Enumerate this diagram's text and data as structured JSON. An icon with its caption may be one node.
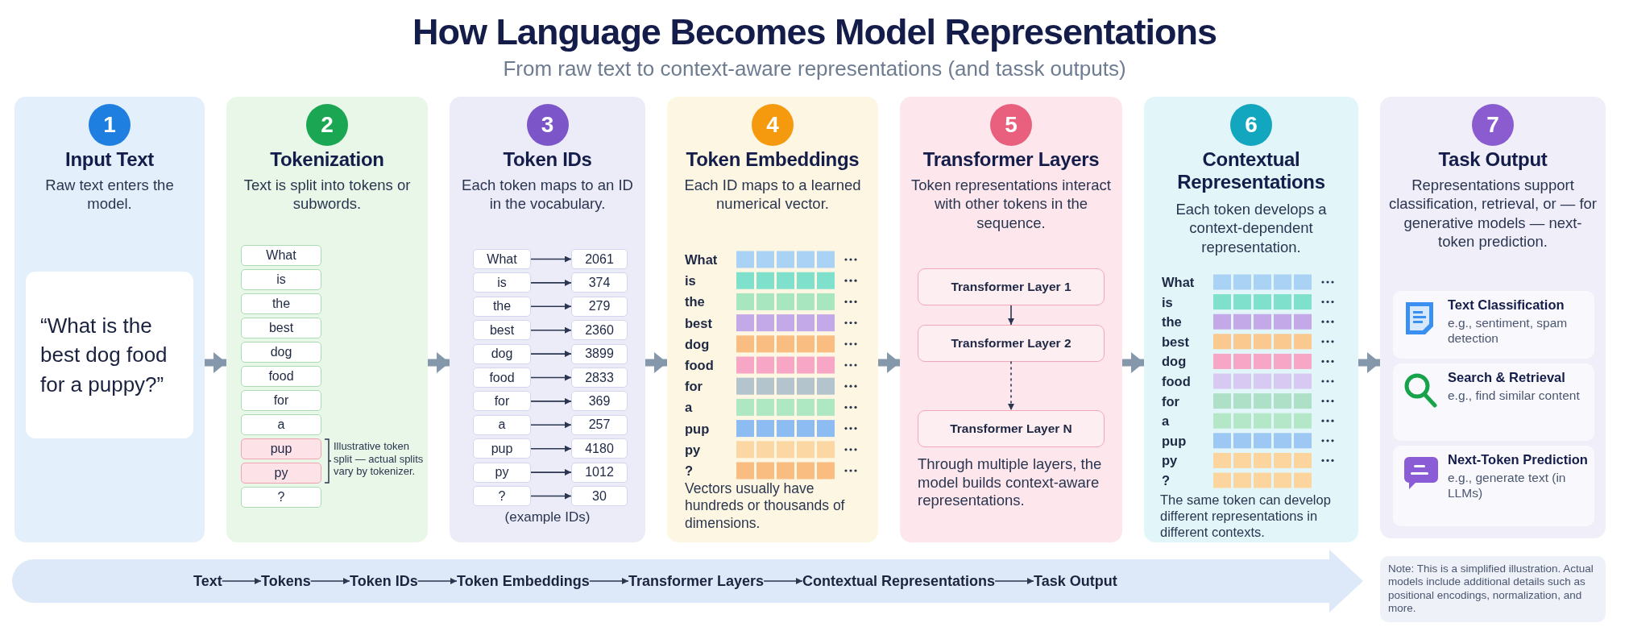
{
  "diagram": {
    "title": "How Language Becomes Model Representations",
    "nodes": [
      {
        "text": [
          "1",
          "Input Text",
          "Raw text enters the model."
        ]
      },
      {
        "text": [
          "“What is the best dog food for a puppy?”"
        ],
        "in": 0
      },
      {
        "text": [
          "2",
          "Tokenization",
          "Text is split into tokens or subwords."
        ]
      },
      {
        "text": [
          "What"
        ],
        "in": 2
      },
      {
        "text": [
          "is"
        ],
        "in": 2
      },
      {
        "text": [
          "the"
        ],
        "in": 2
      },
      {
        "text": [
          "best"
        ],
        "in": 2
      },
      {
        "text": [
          "dog"
        ],
        "in": 2
      },
      {
        "text": [
          "food"
        ],
        "in": 2
      },
      {
        "text": [
          "for"
        ],
        "in": 2
      },
      {
        "text": [
          "a"
        ],
        "in": 2
      },
      {
        "text": [
          "pup"
        ],
        "in": 2
      },
      {
        "text": [
          "py"
        ],
        "in": 2
      },
      {
        "text": [
          "?"
        ],
        "in": 2
      },
      {
        "text": [
          "3",
          "Token IDs",
          "Each token maps to an ID in the vocabulary.",
          "(example IDs)"
        ]
      },
      {
        "text": [
          "What"
        ],
        "in": 14
      },
      {
        "text": [
          "2061"
        ],
        "in": 14
      },
      {
        "text": [
          "is"
        ],
        "in": 14
      },
      {
        "text": [
          "374"
        ],
        "in": 14
      },
      {
        "text": [
          "the"
        ],
        "in": 14
      },
      {
        "text": [
          "279"
        ],
        "in": 14
      },
      {
        "text": [
          "best"
        ],
        "in": 14
      },
      {
        "text": [
          "2360"
        ],
        "in": 14
      },
      {
        "text": [
          "dog"
        ],
        "in": 14
      },
      {
        "text": [
          "3899"
        ],
        "in": 14
      },
      {
        "text": [
          "food"
        ],
        "in": 14
      },
      {
        "text": [
          "2833"
        ],
        "in": 14
      },
      {
        "text": [
          "for"
        ],
        "in": 14
      },
      {
        "text": [
          "369"
        ],
        "in": 14
      },
      {
        "text": [
          "a"
        ],
        "in": 14
      },
      {
        "text": [
          "257"
        ],
        "in": 14
      },
      {
        "text": [
          "pup"
        ],
        "in": 14
      },
      {
        "text": [
          "4180"
        ],
        "in": 14
      },
      {
        "text": [
          "py"
        ],
        "in": 14
      },
      {
        "text": [
          "1012"
        ],
        "in": 14
      },
      {
        "text": [
          "?"
        ],
        "in": 14
      },
      {
        "text": [
          "30"
        ],
        "in": 14
      },
      {
        "text": [
          "4",
          "Token Embeddings",
          "Each ID maps to a learned numerical vector.",
          "Vectors usually have hundreds or thousands of dimensions."
        ]
      },
      {
        "text": [
          "5",
          "Transformer Layers",
          "Token representations interact with other tokens in the sequence.",
          "Through multiple layers, the model builds context-aware representations."
        ]
      },
      {
        "text": [
          "Transformer Layer 1"
        ],
        "in": 38
      },
      {
        "text": [
          "Transformer Layer 2"
        ],
        "in": 38
      },
      {
        "text": [
          "Transformer Layer N"
        ],
        "in": 38
      },
      {
        "text": [
          "6",
          "Contextual Representations",
          "Each token develops a context-dependent representation.",
          "The same token can develop different representations in different contexts."
        ]
      },
      {
        "text": [
          "7",
          "Task Output",
          "Representations support classification, retrieval, or — for generative models — next-token prediction."
        ]
      },
      {
        "text": [
          "Text Classification",
          "e.g., sentiment, spam detection"
        ],
        "in": 43
      },
      {
        "text": [
          "Search & Retrieval",
          "e.g., find similar content"
        ],
        "in": 43
      },
      {
        "text": [
          "Next-Token Prediction",
          "e.g., generate text (in LLMs)"
        ],
        "in": 43
      },
      {
        "text": [
          "Note: This is a simplified illustration. Actual models include additional details such as positional encodings, normalization, and more."
        ]
      },
      {
        "text": [
          "Text"
        ]
      },
      {
        "text": [
          "Tokens"
        ]
      },
      {
        "text": [
          "Token IDs"
        ]
      },
      {
        "text": [
          "Token Embeddings"
        ]
      },
      {
        "text": [
          "Transformer Layers"
        ]
      },
      {
        "text": [
          "Contextual Representations"
        ]
      },
      {
        "text": [
          "Task Output"
        ]
      }
    ],
    "edges": [
      {
        "from": 0,
        "to": 2,
        "arrow": "to",
        "style": "thick",
        "color": "#8597ab"
      },
      {
        "from": 2,
        "to": 14,
        "arrow": "to",
        "style": "thick",
        "color": "#8597ab"
      },
      {
        "from": 14,
        "to": 37,
        "arrow": "to",
        "style": "thick",
        "color": "#8597ab"
      },
      {
        "from": 37,
        "to": 38,
        "arrow": "to",
        "style": "thick",
        "color": "#8597ab"
      },
      {
        "from": 38,
        "to": 42,
        "arrow": "to",
        "style": "thick",
        "color": "#8597ab"
      },
      {
        "from": 42,
        "to": 43,
        "arrow": "to",
        "style": "thick",
        "color": "#8597ab"
      },
      {
        "from": 15,
        "to": 16,
        "arrow": "to"
      },
      {
        "from": 17,
        "to": 18,
        "arrow": "to"
      },
      {
        "from": 19,
        "to": 20,
        "arrow": "to"
      },
      {
        "from": 21,
        "to": 22,
        "arrow": "to"
      },
      {
        "from": 23,
        "to": 24,
        "arrow": "to"
      },
      {
        "from": 25,
        "to": 26,
        "arrow": "to"
      },
      {
        "from": 27,
        "to": 28,
        "arrow": "to"
      },
      {
        "from": 29,
        "to": 30,
        "arrow": "to"
      },
      {
        "from": 31,
        "to": 32,
        "arrow": "to"
      },
      {
        "from": 33,
        "to": 34,
        "arrow": "to"
      },
      {
        "from": 35,
        "to": 36,
        "arrow": "to"
      },
      {
        "from": 39,
        "to": 40,
        "arrow": "to"
      },
      {
        "from": 40,
        "to": 41,
        "arrow": "to",
        "style": "dashed"
      },
      {
        "from": 48,
        "to": 49,
        "arrow": "to"
      },
      {
        "from": 49,
        "to": 50,
        "arrow": "to"
      },
      {
        "from": 50,
        "to": 51,
        "arrow": "to"
      },
      {
        "from": 51,
        "to": 52,
        "arrow": "to"
      },
      {
        "from": 52,
        "to": 53,
        "arrow": "to"
      },
      {
        "from": 53,
        "to": 54,
        "arrow": "to"
      }
    ],
    "labels": [
      "From raw text to context-aware representations (and tassk outputs)",
      "Illustrative token split — actual splits vary by tokenizer.",
      "What",
      "is",
      "the",
      "best",
      "dog",
      "food",
      "for",
      "a",
      "pup",
      "py",
      "?",
      "What",
      "is",
      "the",
      "best",
      "dog",
      "food",
      "for",
      "a",
      "pup",
      "py",
      "?"
    ]
  }
}
